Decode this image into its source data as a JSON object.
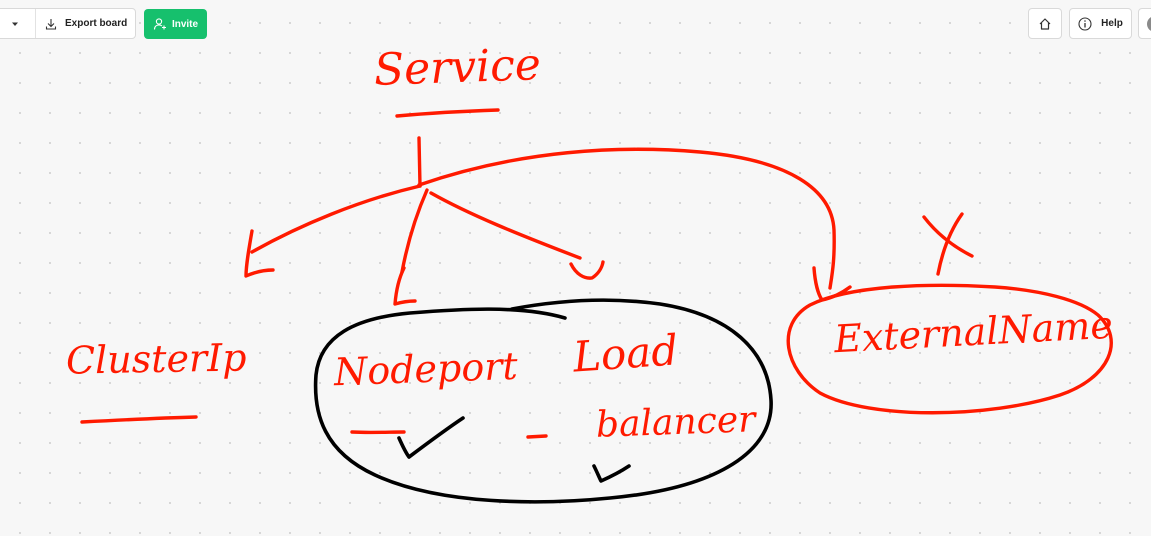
{
  "toolbar": {
    "export_label": "Export board",
    "invite_label": "Invite",
    "help_label": "Help"
  },
  "icons": {
    "dropdown": "chevron-down-icon",
    "export": "download-icon",
    "invite": "add-user-icon",
    "home": "home-icon",
    "help": "info-icon"
  },
  "colors": {
    "ink_red": "#ff1a00",
    "ink_black": "#000000",
    "invite_green": "#16c06d"
  },
  "board": {
    "title": "Service",
    "types": {
      "cluster_ip": "ClusterIp",
      "nodeport": "Nodeport",
      "load_balancer_line1": "Load",
      "load_balancer_line2": "balancer",
      "external_name": "ExternalName",
      "excluded_mark": "X"
    }
  }
}
